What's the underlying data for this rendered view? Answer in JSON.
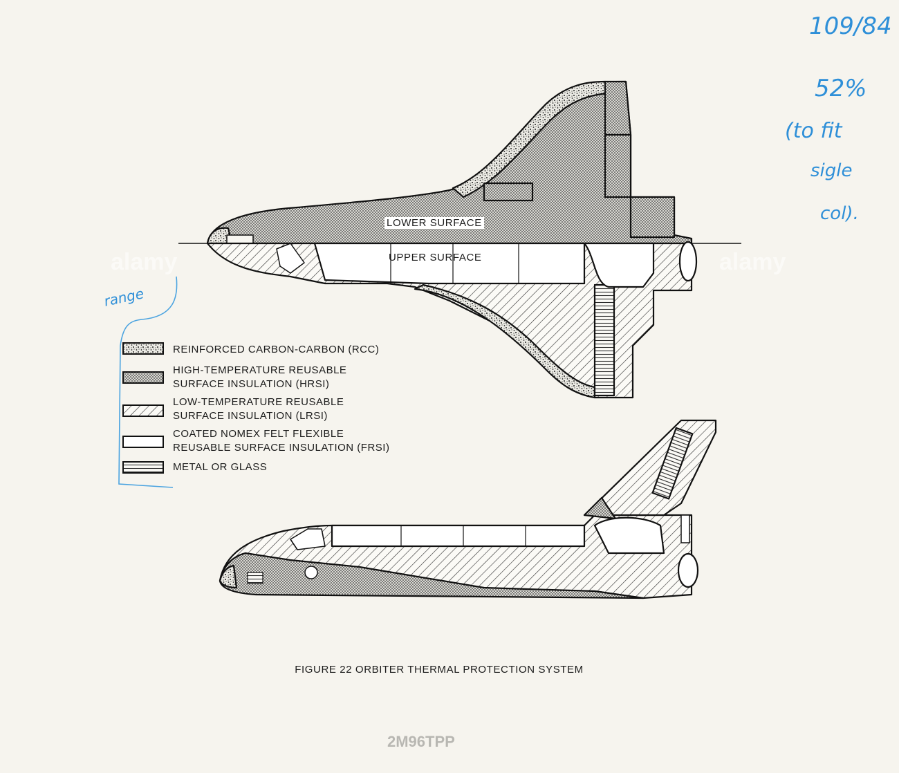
{
  "figure": {
    "caption": "FIGURE 22 ORBITER THERMAL PROTECTION SYSTEM",
    "top_view_labels": {
      "lower": "LOWER SURFACE",
      "upper": "UPPER SURFACE"
    }
  },
  "legend": {
    "items": [
      {
        "key": "rcc",
        "pattern": "stipple",
        "lines": [
          "REINFORCED CARBON-CARBON (RCC)"
        ]
      },
      {
        "key": "hrsi",
        "pattern": "dense-dots",
        "lines": [
          "HIGH-TEMPERATURE REUSABLE",
          "SURFACE INSULATION (HRSI)"
        ]
      },
      {
        "key": "lrsi",
        "pattern": "diagonal-hatch",
        "lines": [
          "LOW-TEMPERATURE REUSABLE",
          "SURFACE INSULATION (LRSI)"
        ]
      },
      {
        "key": "frsi",
        "pattern": "blank",
        "lines": [
          "COATED NOMEX FELT FLEXIBLE",
          "REUSABLE SURFACE INSULATION (FRSI)"
        ]
      },
      {
        "key": "metal",
        "pattern": "horizontal-lines",
        "lines": [
          "METAL OR GLASS"
        ]
      }
    ]
  },
  "annotations": {
    "handwritten": [
      "109/84",
      "52%",
      "(to fit",
      "sigle",
      "col).",
      "range"
    ],
    "ink_color": "#2e8fd8"
  },
  "watermark": {
    "text": "alamy",
    "id": "2M96TPP"
  }
}
